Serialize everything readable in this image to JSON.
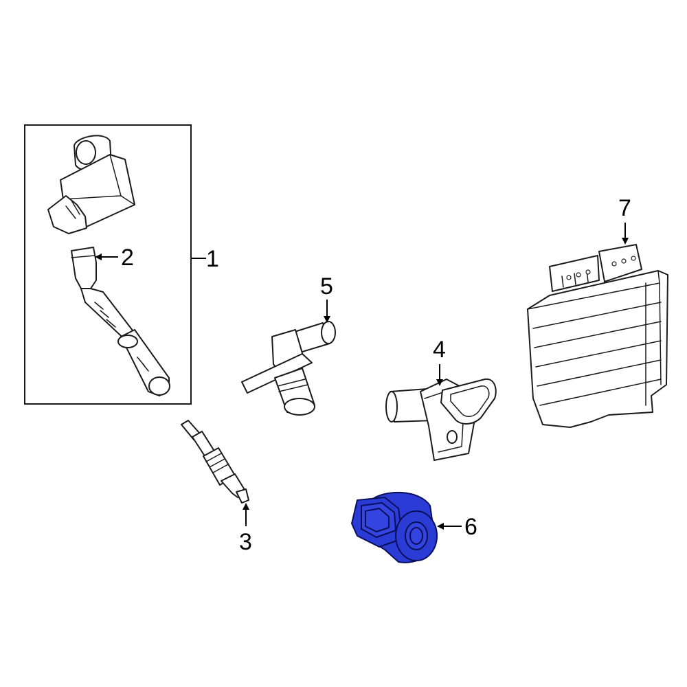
{
  "callouts": {
    "c1": "1",
    "c2": "2",
    "c3": "3",
    "c4": "4",
    "c5": "5",
    "c6": "6",
    "c7": "7"
  },
  "highlighted_part": "6",
  "colors": {
    "highlight": "#2b3bd6",
    "highlight_dark": "#1a1f8f",
    "line": "#1a1a1a",
    "background": "#ffffff"
  }
}
